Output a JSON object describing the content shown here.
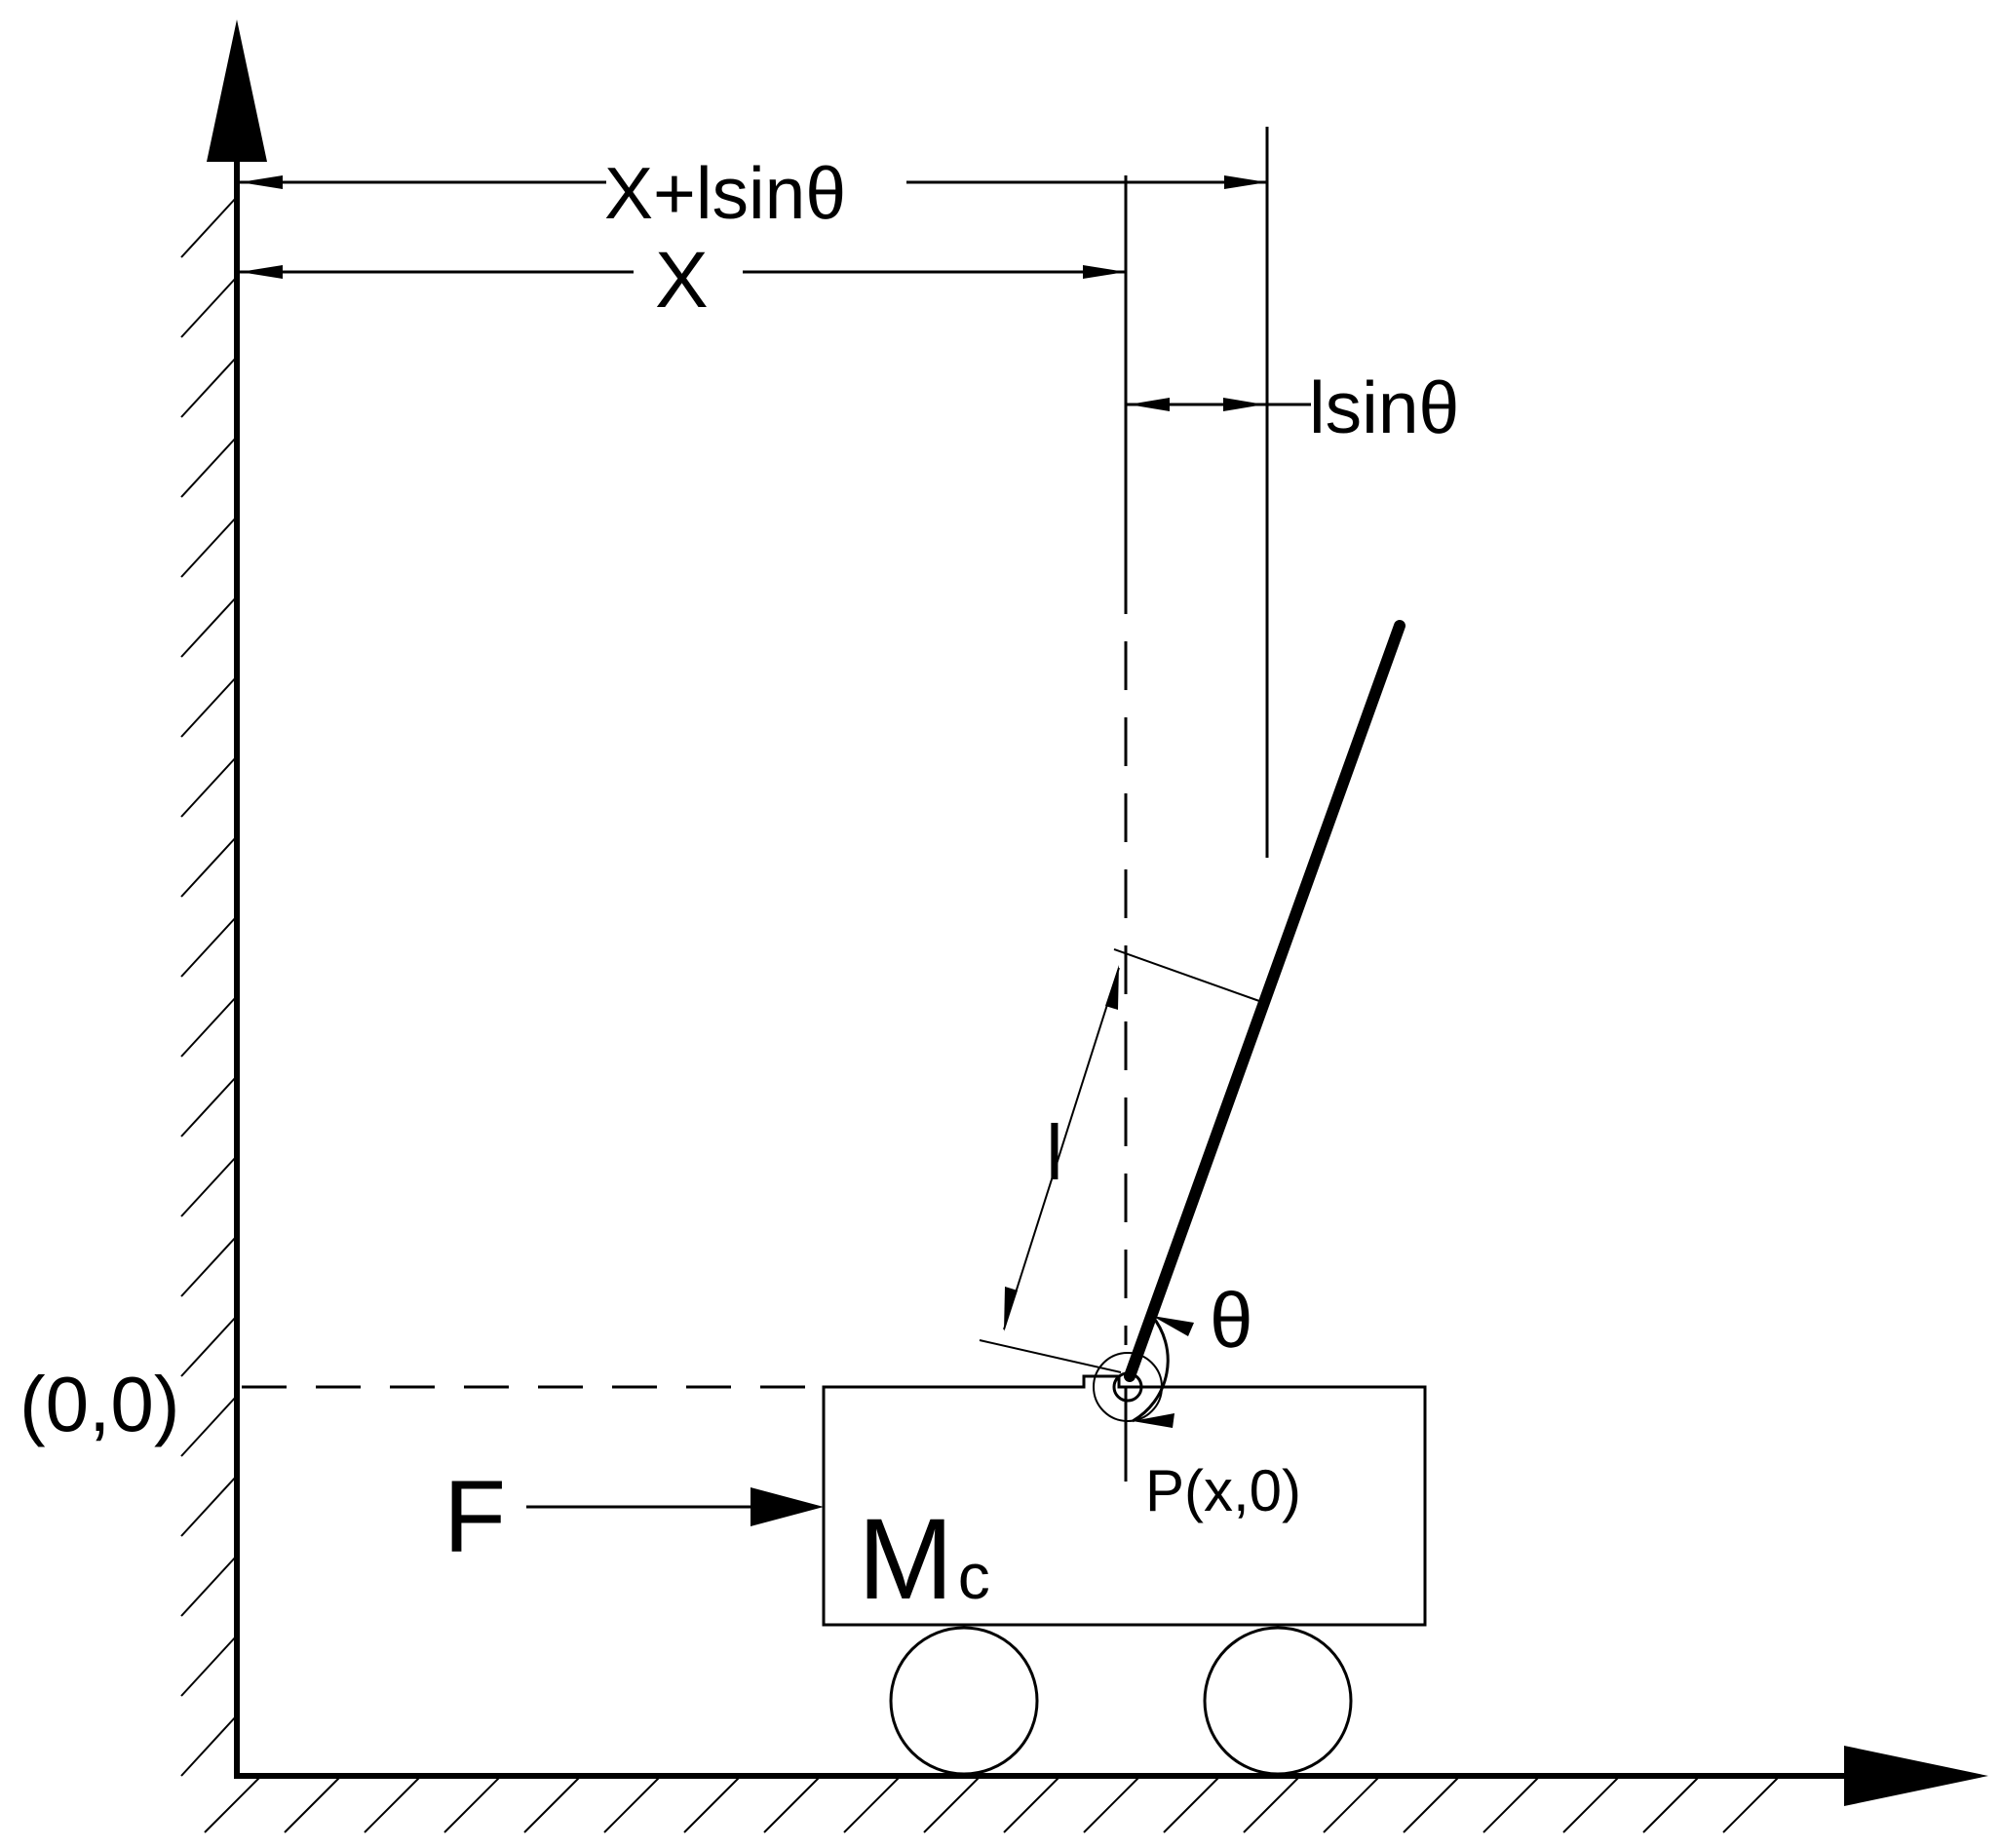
{
  "labels": {
    "x_plus_lsin": "X+lsinθ",
    "x": "X",
    "lsin": "lsinθ",
    "length": "l",
    "theta": "θ",
    "origin": "(0,0)",
    "pivot": "P(x,0)",
    "force": "F",
    "cart_mass_base": "M",
    "cart_mass_sub": "c"
  }
}
